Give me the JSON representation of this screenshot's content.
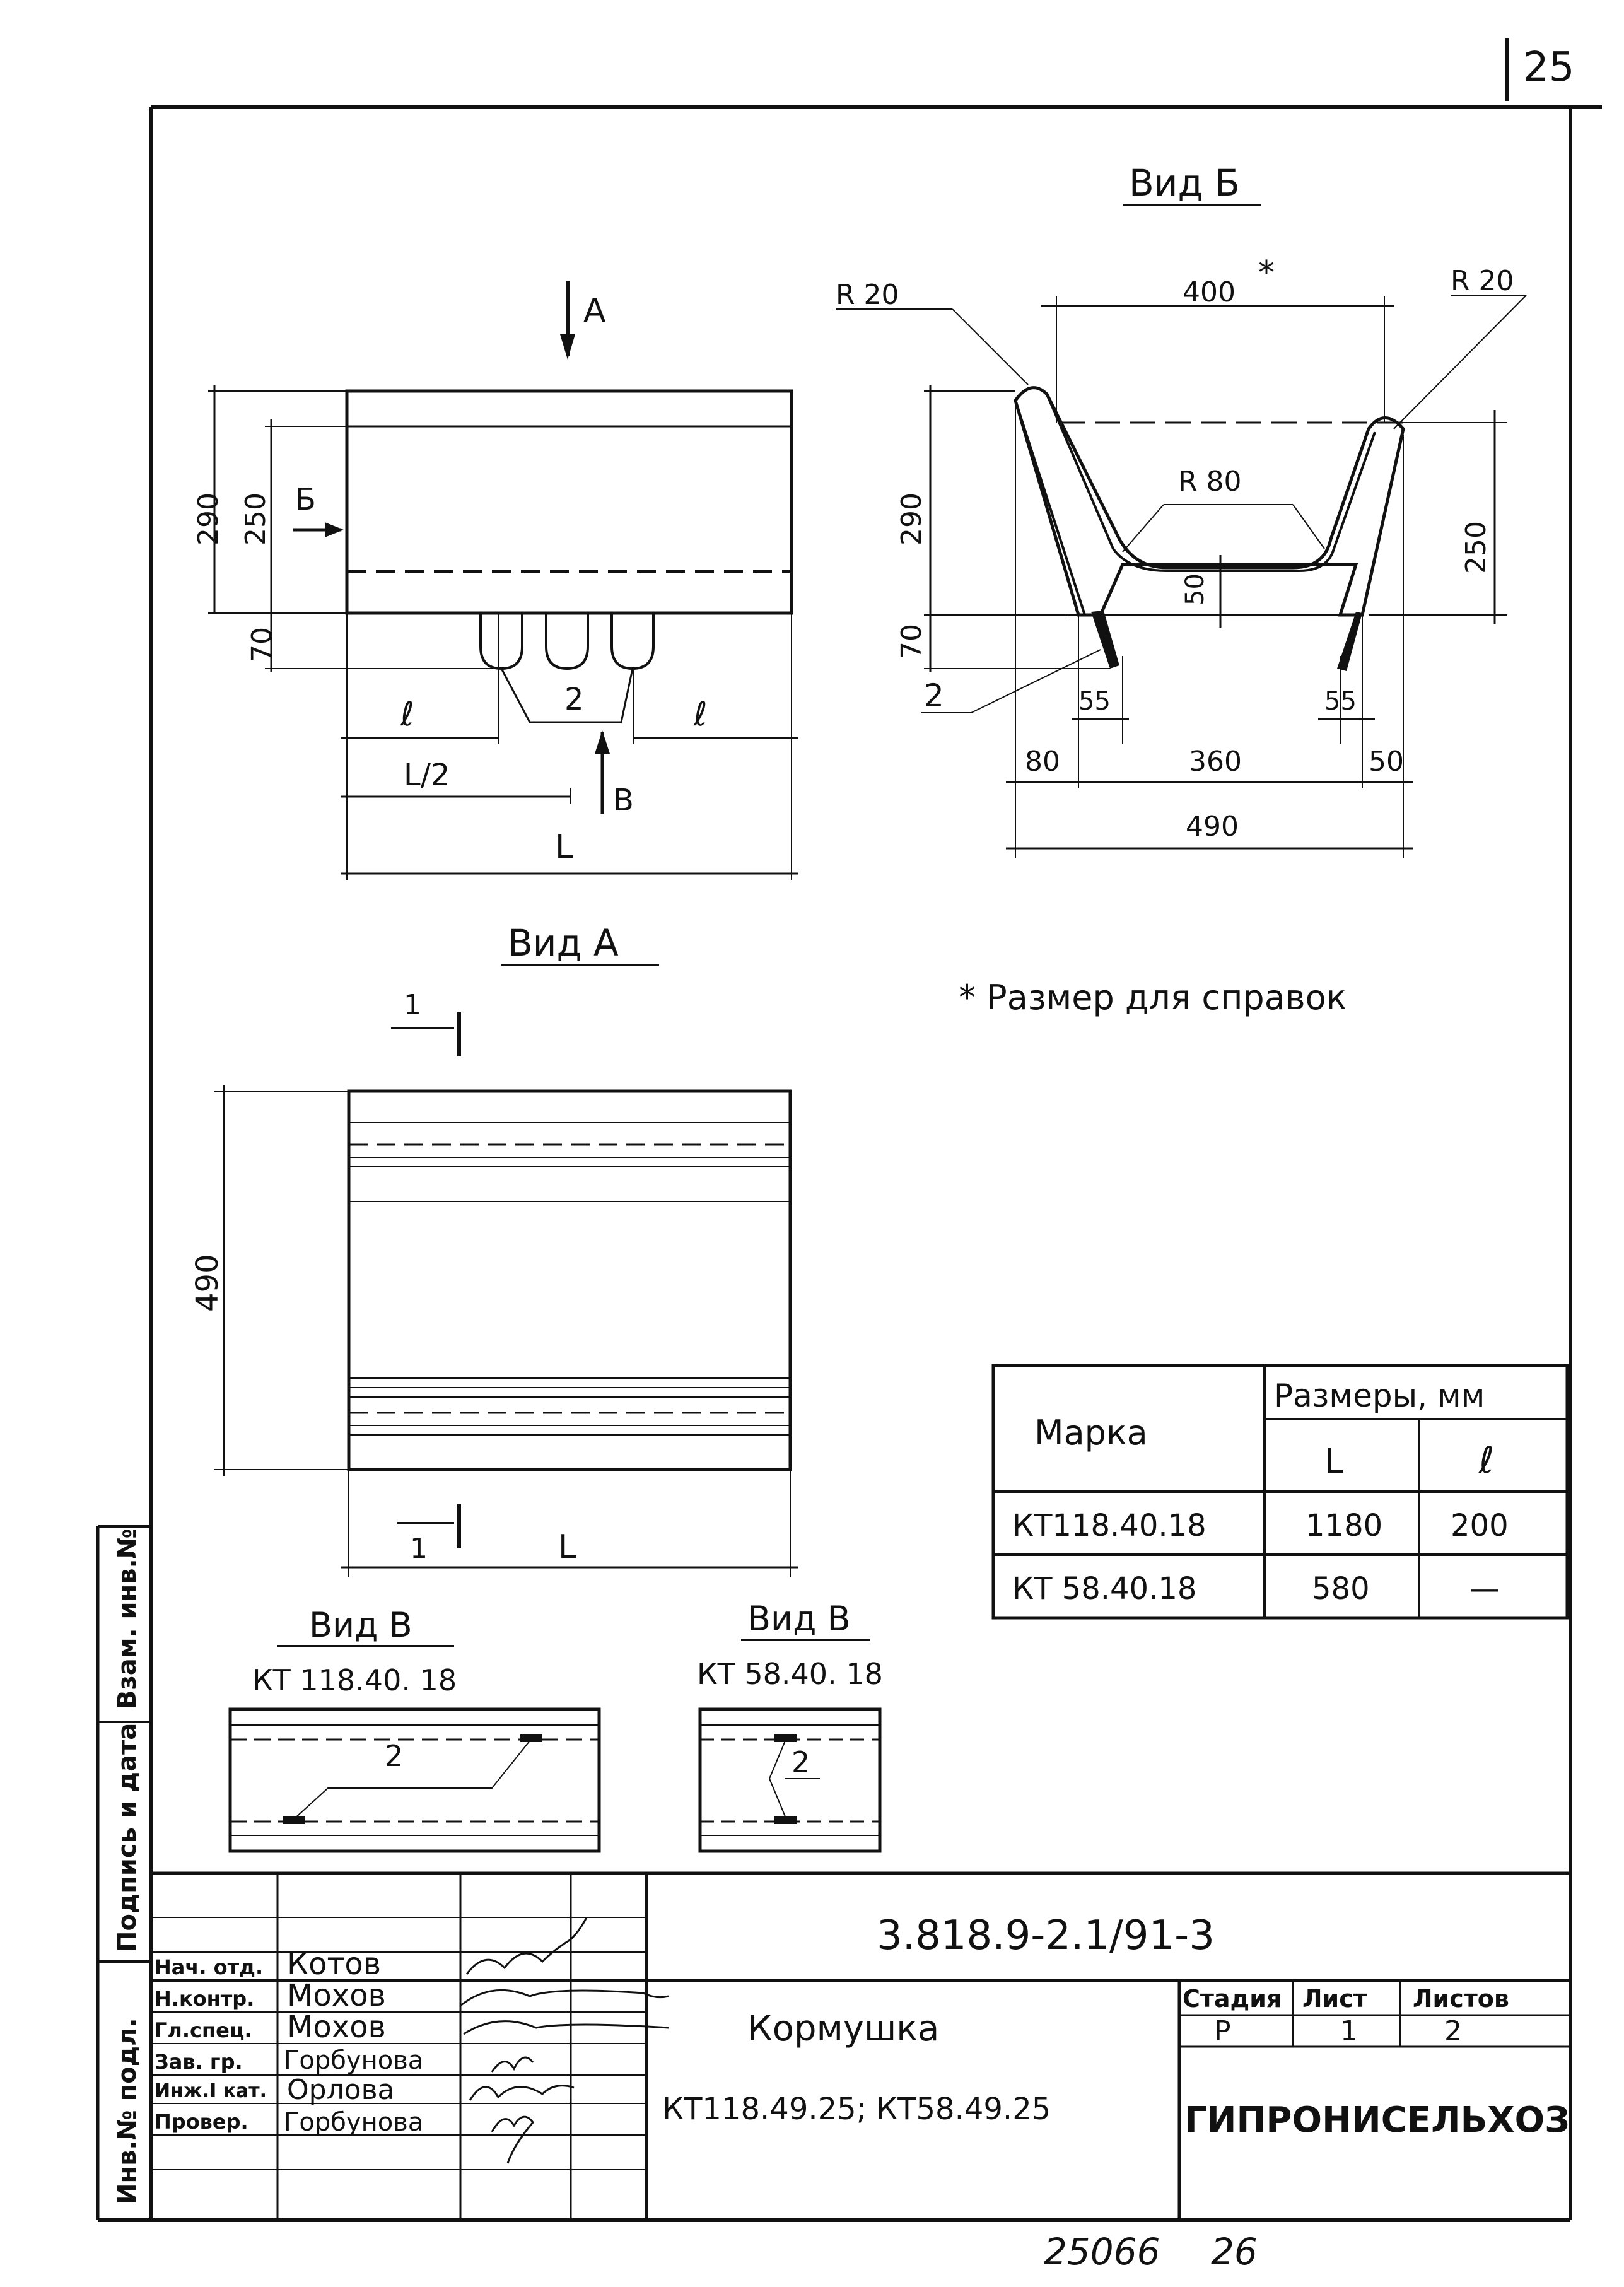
{
  "page_number": "25",
  "views": {
    "main": {
      "arrow_a": "А",
      "arrow_b_side": "Б",
      "arrow_b_bottom": "В",
      "dim_290": "290",
      "dim_250": "250",
      "dim_70": "70",
      "dim_l": "ℓ",
      "dim_l2": "L/2",
      "dim_L": "L",
      "callout": "2"
    },
    "vid_b": {
      "title": "Вид Б",
      "r20_left": "R 20",
      "r20_right": "R 20",
      "dim_400": "400",
      "star": "*",
      "r80": "R 80",
      "dim_290": "290",
      "dim_250": "250",
      "dim_70": "70",
      "dim_50": "50",
      "dim_55_left": "55",
      "dim_55_right": "55",
      "dim_80": "80",
      "dim_360": "360",
      "dim_50_bottom": "50",
      "dim_490": "490",
      "callout": "2"
    },
    "vid_a": {
      "title": "Вид А",
      "section_top": "1",
      "section_bottom": "1",
      "dim_490": "490",
      "dim_L": "L"
    },
    "vid_v1": {
      "title": "Вид В",
      "subtitle": "КТ 118.40. 18",
      "callout": "2"
    },
    "vid_v2": {
      "title": "Вид В",
      "subtitle": "КТ 58.40. 18",
      "callout": "2"
    }
  },
  "note": "* Размер для справок",
  "table": {
    "header_mark": "Марка",
    "header_sizes": "Размеры, мм",
    "col_L": "L",
    "col_l": "ℓ",
    "rows": [
      {
        "mark": "КТ118.40.18",
        "L": "1180",
        "l": "200"
      },
      {
        "mark": "КТ 58.40.18",
        "L": "580",
        "l": "—"
      }
    ]
  },
  "side_stamp": {
    "vzam": "Взам. инв.№",
    "podpis": "Подпись и дата",
    "inv": "Инв.№ подл."
  },
  "title_block": {
    "code": "3.818.9-2.1/91-3",
    "name": "Кормушка",
    "marks": "КТ118.49.25;  КТ58.49.25",
    "stage_label": "Стадия",
    "sheet_label": "Лист",
    "sheets_label": "Листов",
    "stage": "Р",
    "sheet": "1",
    "sheets": "2",
    "org": "ГИПРОНИСЕЛЬХОЗ",
    "people": [
      {
        "role": "Нач. отд.",
        "name": "Котов"
      },
      {
        "role": "Н.контр.",
        "name": "Мохов"
      },
      {
        "role": "Гл.спец.",
        "name": "Мохов"
      },
      {
        "role": "Зав. гр.",
        "name": "Горбунова"
      },
      {
        "role": "Инж.I кат.",
        "name": "Орлова"
      },
      {
        "role": "Провер.",
        "name": "Горбунова"
      }
    ]
  },
  "footer": {
    "number": "25066",
    "page": "26"
  }
}
